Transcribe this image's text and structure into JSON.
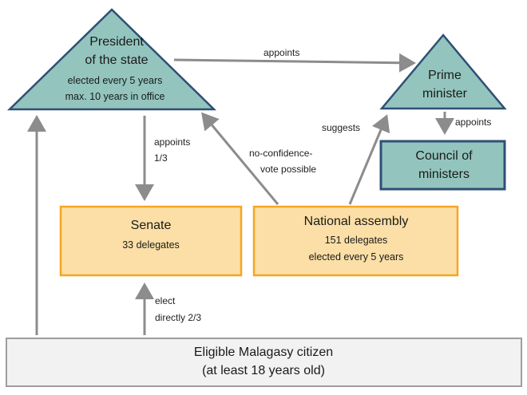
{
  "colors": {
    "teal_fill": "#93C5BE",
    "teal_stroke": "#2F4F75",
    "orange_fill": "#FCDFA6",
    "orange_stroke": "#F5A623",
    "citizen_fill": "#F2F2F2",
    "citizen_stroke": "#9E9E9E",
    "arrow": "#8C8C8C"
  },
  "president": {
    "title_line1": "President",
    "title_line2": "of the state",
    "detail_line1": "elected every 5 years",
    "detail_line2": "max. 10 years in office"
  },
  "prime_minister": {
    "title_line1": "Prime",
    "title_line2": "minister"
  },
  "council": {
    "title_line1": "Council of",
    "title_line2": "ministers"
  },
  "senate": {
    "title": "Senate",
    "detail": "33 delegates"
  },
  "national_assembly": {
    "title": "National assembly",
    "detail_line1": "151 delegates",
    "detail_line2": "elected every 5 years"
  },
  "citizen": {
    "title_line1": "Eligible Malagasy citizen",
    "title_line2": "(at least 18 years old)"
  },
  "edges": {
    "president_to_pm": "appoints",
    "president_to_senate_line1": "appoints",
    "president_to_senate_line2": "1/3",
    "assembly_to_president_line1": "no-confidence-",
    "assembly_to_president_line2": "vote possible",
    "assembly_to_pm": "suggests",
    "pm_to_council": "appoints",
    "citizen_to_senate_line1": "elect",
    "citizen_to_senate_line2": "directly  2/3"
  }
}
